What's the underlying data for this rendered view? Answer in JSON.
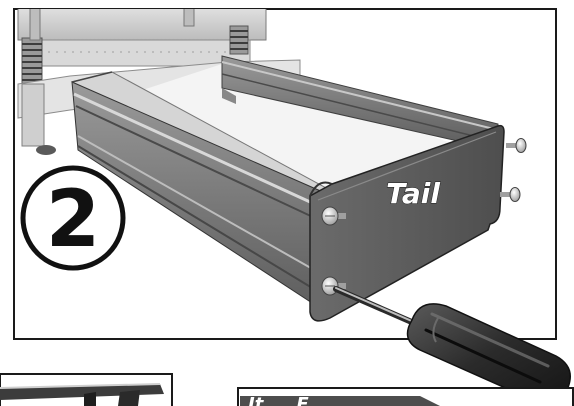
{
  "step": {
    "number": "2"
  },
  "labels": {
    "tail_panel": "Tail"
  },
  "lower_panel": {
    "text_fragment": "It ... F"
  }
}
